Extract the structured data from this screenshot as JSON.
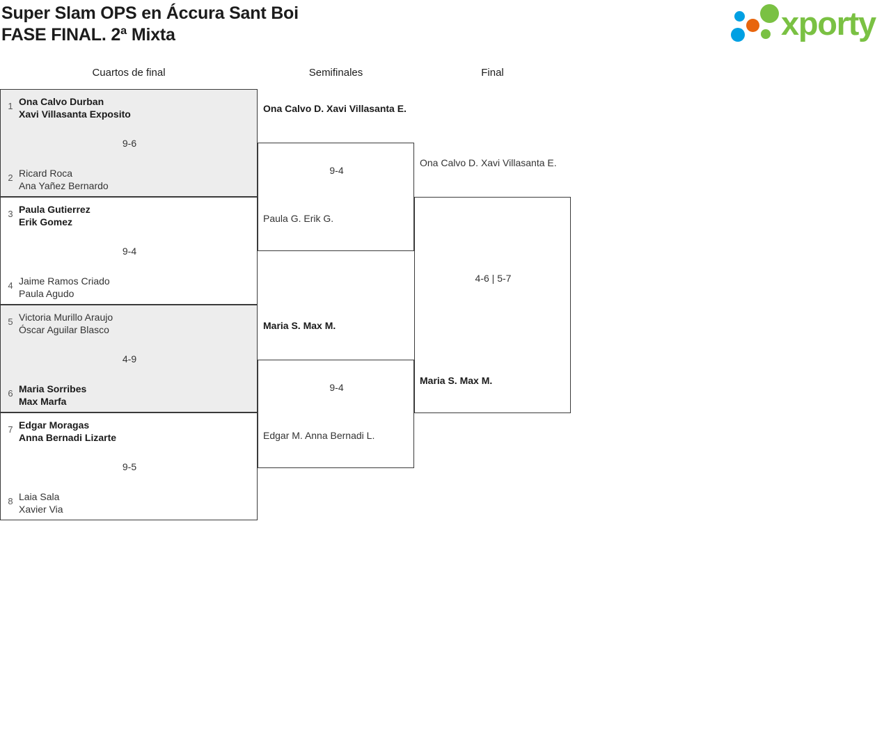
{
  "header": {
    "title_line1": "Super Slam OPS en Áccura Sant Boi",
    "title_line2": "FASE FINAL. 2ª Mixta",
    "logo_text": "xporty"
  },
  "colors": {
    "logo_green": "#7ac143",
    "logo_blue": "#00a0e3",
    "logo_orange": "#e8650d",
    "shaded_row": "#ededed",
    "border": "#3a3a3a"
  },
  "rounds": [
    {
      "label": "Cuartos de final"
    },
    {
      "label": "Semifinales"
    },
    {
      "label": "Final"
    }
  ],
  "bracket": {
    "quarterfinals": [
      {
        "score": "9-6",
        "top": {
          "seed": "1",
          "player1": "Ona Calvo Durban",
          "player2": "Xavi Villasanta Exposito"
        },
        "bottom": {
          "seed": "2",
          "player1": "Ricard Roca",
          "player2": "Ana Yañez Bernardo"
        }
      },
      {
        "score": "9-4",
        "top": {
          "seed": "3",
          "player1": "Paula Gutierrez",
          "player2": "Erik Gomez"
        },
        "bottom": {
          "seed": "4",
          "player1": "Jaime Ramos Criado",
          "player2": "Paula Agudo"
        }
      },
      {
        "score": "4-9",
        "top": {
          "seed": "5",
          "player1": "Victoria Murillo Araujo",
          "player2": "Óscar Aguilar Blasco"
        },
        "bottom": {
          "seed": "6",
          "player1": "Maria Sorribes",
          "player2": "Max Marfa"
        }
      },
      {
        "score": "9-5",
        "top": {
          "seed": "7",
          "player1": "Edgar Moragas",
          "player2": "Anna Bernadi Lizarte"
        },
        "bottom": {
          "seed": "8",
          "player1": "Laia Sala",
          "player2": "Xavier Via"
        }
      }
    ],
    "semifinals": [
      {
        "score": "9-4",
        "top": {
          "player1": "Ona Calvo D.",
          "player2": "Xavi Villasanta E."
        },
        "bottom": {
          "player1": "Paula G.",
          "player2": "Erik G."
        }
      },
      {
        "score": "9-4",
        "top": {
          "player1": "Maria S.",
          "player2": "Max M."
        },
        "bottom": {
          "player1": "Edgar M.",
          "player2": "Anna Bernadi L."
        }
      }
    ],
    "final": {
      "score": "4-6 | 5-7",
      "top": {
        "player1": "Ona Calvo D.",
        "player2": "Xavi Villasanta E."
      },
      "bottom": {
        "player1": "Maria S.",
        "player2": "Max M."
      }
    }
  }
}
